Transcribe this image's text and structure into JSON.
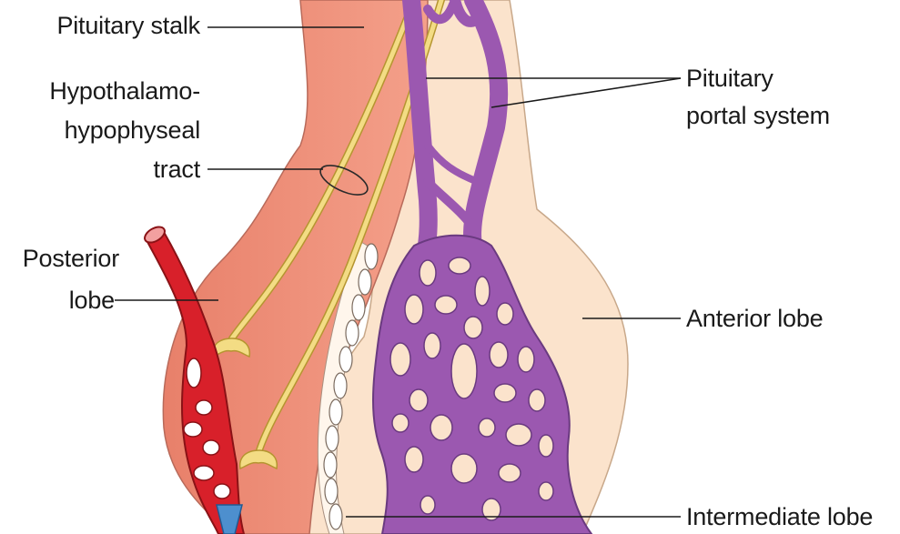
{
  "labels": {
    "pituitary_stalk": "Pituitary stalk",
    "hypothalamo_line1": "Hypothalamo-",
    "hypothalamo_line2": "hypophyseal",
    "hypothalamo_line3": "tract",
    "posterior_line1": "Posterior",
    "posterior_line2": "lobe",
    "portal_line1": "Pituitary",
    "portal_line2": "portal system",
    "anterior_lobe": "Anterior lobe",
    "intermediate_lobe": "Intermediate lobe"
  },
  "colors": {
    "anterior_tissue": "#fbe3cc",
    "posterior_tissue": "#f0907a",
    "portal_vessels": "#9b58b0",
    "axon_tract": "#f3dc84",
    "artery": "#d8202a",
    "vein": "#4d8fce",
    "leader_lines": "#1a1a1a"
  }
}
